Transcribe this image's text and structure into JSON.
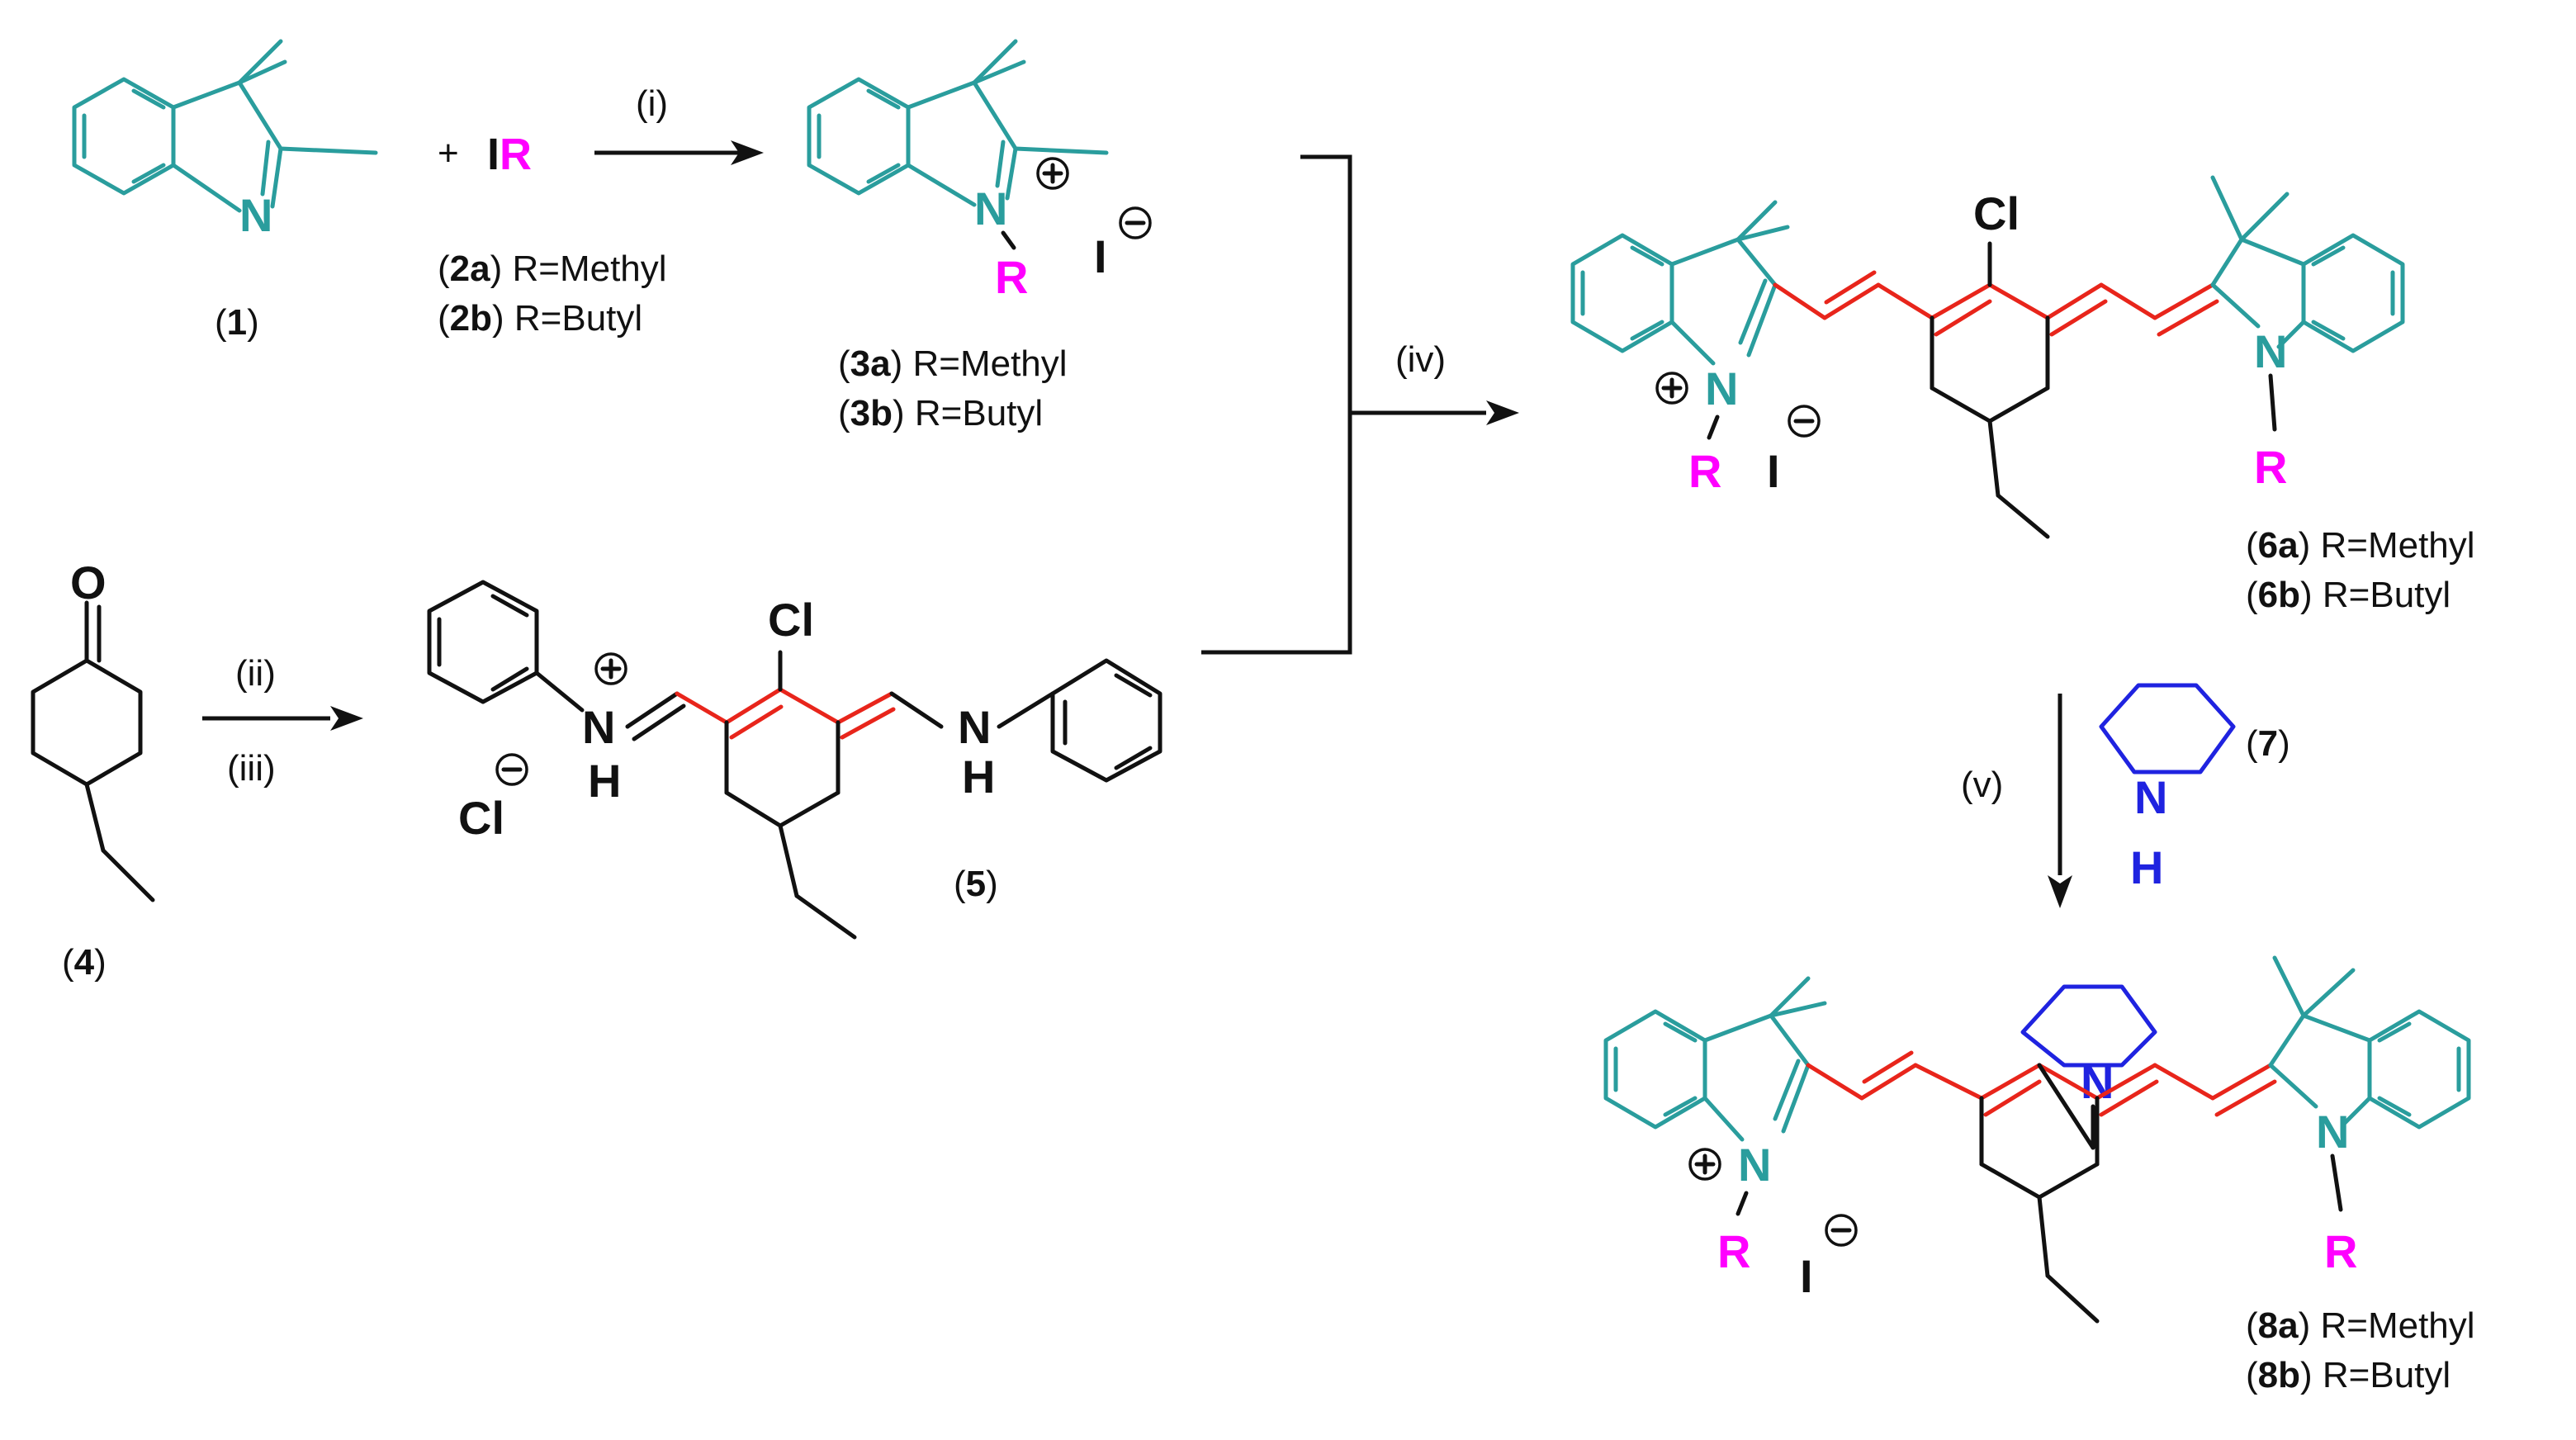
{
  "colors": {
    "indole": "#2a9d9d",
    "r_group": "#ff00ff",
    "linker": "#e8251b",
    "pyrrolidine": "#1f23e0",
    "text": "#111111"
  },
  "reagents": {
    "ir": {
      "i": "I",
      "r": "R"
    },
    "plus": "+"
  },
  "steps": {
    "i": "(i)",
    "ii": "(ii)",
    "iii": "(iii)",
    "iv": "(iv)",
    "v": "(v)"
  },
  "compounds": {
    "c1": {
      "open": "(",
      "num": "1",
      "close": ")"
    },
    "c2a": {
      "num": "2a",
      "desc": ") R=Methyl"
    },
    "c2b": {
      "num": "2b",
      "desc": ") R=Butyl"
    },
    "c3a": {
      "num": "3a",
      "desc": ") R=Methyl"
    },
    "c3b": {
      "num": "3b",
      "desc": ") R=Butyl"
    },
    "c4": {
      "num": "4"
    },
    "c5": {
      "num": "5"
    },
    "c6a": {
      "num": "6a",
      "desc": ") R=Methyl"
    },
    "c6b": {
      "num": "6b",
      "desc": ") R=Butyl"
    },
    "c7": {
      "num": "7"
    },
    "c8a": {
      "num": "8a",
      "desc": ") R=Methyl"
    },
    "c8b": {
      "num": "8b",
      "desc": ") R=Butyl"
    }
  },
  "atoms": {
    "n": "N",
    "nh": "N",
    "h": "H",
    "r": "R",
    "o": "O",
    "cl": "Cl",
    "iodide": "I"
  }
}
